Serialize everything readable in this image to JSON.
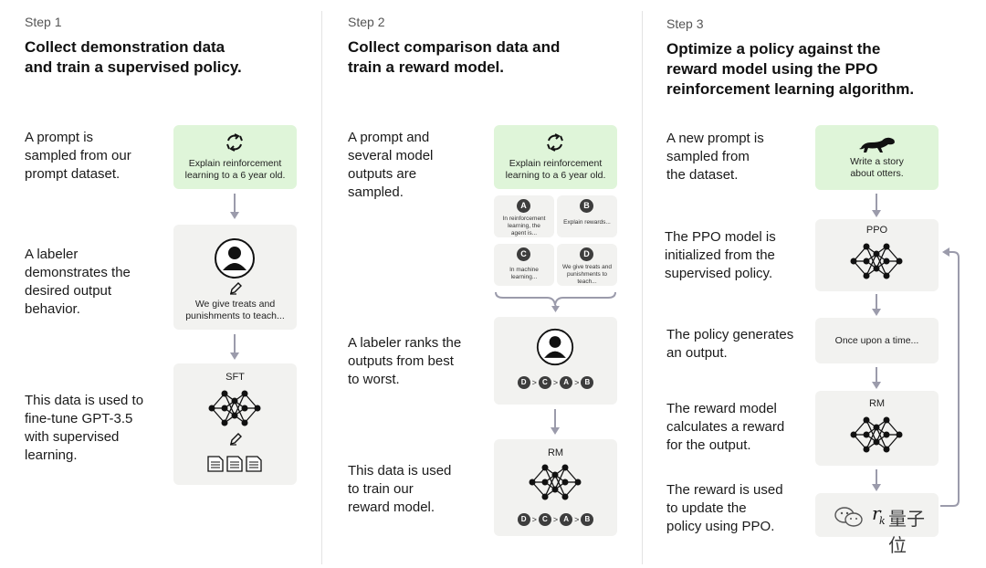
{
  "steps": [
    {
      "label": "Step 1",
      "title": "Collect demonstration data\nand train a supervised policy.",
      "descs": [
        "A prompt is\nsampled from our\nprompt dataset.",
        "A labeler\ndemonstrates the\ndesired output\nbehavior.",
        "This data is used to\nfine-tune GPT-3.5\nwith supervised\nlearning."
      ],
      "prompt_box": "Explain reinforcement\nlearning to a 6 year old.",
      "demo_box": "We give treats and\npunishments to teach...",
      "model_label": "SFT"
    },
    {
      "label": "Step 2",
      "title": "Collect comparison data and\ntrain a reward model.",
      "descs": [
        "A prompt and\nseveral model\noutputs are\nsampled.",
        "A labeler ranks the\noutputs from best\nto worst.",
        "This data is used\nto train our\nreward model."
      ],
      "prompt_box": "Explain reinforcement\nlearning to a 6 year old.",
      "outputs": [
        {
          "badge": "A",
          "text": "In reinforcement\nlearning, the\nagent is..."
        },
        {
          "badge": "B",
          "text": "Explain rewards..."
        },
        {
          "badge": "C",
          "text": "In machine\nlearning..."
        },
        {
          "badge": "D",
          "text": "We give treats and\npunishments to\nteach..."
        }
      ],
      "ranking": [
        "D",
        "C",
        "A",
        "B"
      ],
      "model_label": "RM"
    },
    {
      "label": "Step 3",
      "title": "Optimize a policy against the\nreward model using the PPO\nreinforcement learning algorithm.",
      "descs": [
        "A new prompt is\nsampled from\nthe dataset.",
        "The PPO model is\ninitialized from the\nsupervised policy.",
        "The policy generates\nan output.",
        "The reward model\ncalculates a reward\nfor the output.",
        "The reward is used\nto update the\npolicy using PPO."
      ],
      "prompt_box": "Write a story\nabout otters.",
      "ppo_label": "PPO",
      "output_box": "Once upon a time...",
      "rm_label": "RM",
      "reward_symbol": "r",
      "reward_sub": "k"
    }
  ],
  "watermark": "量子位",
  "colors": {
    "prompt_bg": "#dff5d9",
    "box_bg": "#f2f2f0",
    "arrow": "#9b9bab",
    "badge": "#3d3d3d"
  }
}
